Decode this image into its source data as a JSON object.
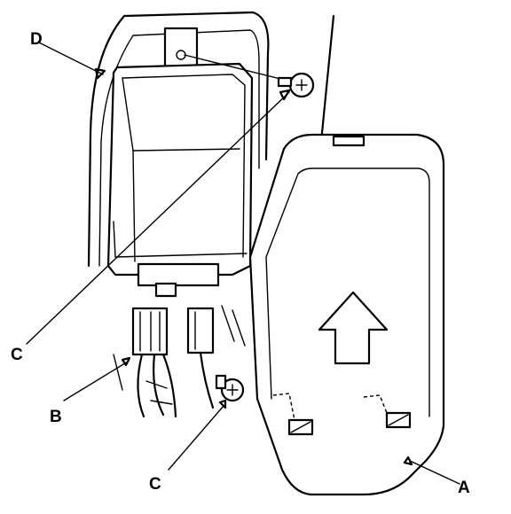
{
  "callouts": {
    "a": "A",
    "b": "B",
    "c_top": "C",
    "c_bottom": "C",
    "d": "D"
  }
}
